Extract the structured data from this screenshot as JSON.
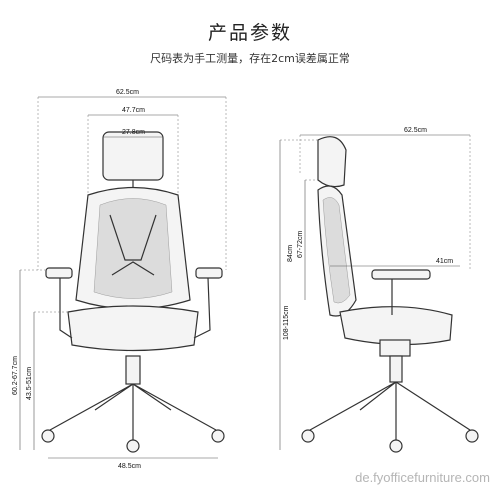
{
  "header": {
    "title": "产品参数",
    "subtitle": "尺码表为手工测量，存在2cm误差属正常"
  },
  "front_view": {
    "total_width": "62.5cm",
    "back_width": "47.7cm",
    "headrest_width": "27.8cm",
    "base_width": "48.5cm",
    "seat_height": "43.5-51cm",
    "arm_height": "60.2-67.7cm"
  },
  "side_view": {
    "total_depth": "62.5cm",
    "back_height": "67-72cm",
    "back_height_alt": "84cm",
    "seat_depth": "41cm",
    "total_height": "108-115cm"
  },
  "watermark": "de.fyofficefurniture.com"
}
